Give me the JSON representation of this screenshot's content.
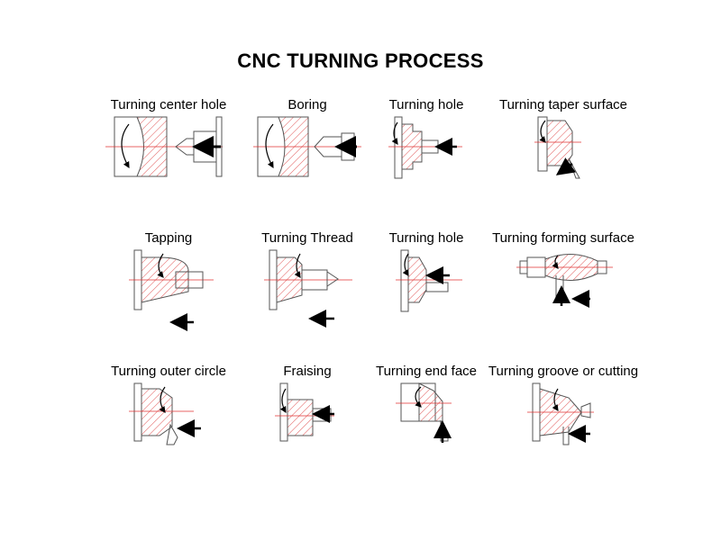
{
  "title": "CNC TURNING PROCESS",
  "colors": {
    "line": "#555555",
    "hatch": "#e05050",
    "axis": "#e03030",
    "arrow": "#000000"
  },
  "processes": [
    {
      "label": "Turning center hole",
      "icon": "center-hole-diagram"
    },
    {
      "label": "Boring",
      "icon": "boring-diagram"
    },
    {
      "label": "Turning hole",
      "icon": "turning-hole-diagram"
    },
    {
      "label": "Turning taper surface",
      "icon": "taper-surface-diagram"
    },
    {
      "label": "Tapping",
      "icon": "tapping-diagram"
    },
    {
      "label": "Turning Thread",
      "icon": "thread-diagram"
    },
    {
      "label": "Turning hole",
      "icon": "turning-hole-diagram"
    },
    {
      "label": "Turning forming surface",
      "icon": "forming-surface-diagram"
    },
    {
      "label": "Turning outer circle",
      "icon": "outer-circle-diagram"
    },
    {
      "label": "Fraising",
      "icon": "fraising-diagram"
    },
    {
      "label": "Turning end face",
      "icon": "end-face-diagram"
    },
    {
      "label": "Turning groove or cutting",
      "icon": "groove-cutting-diagram"
    }
  ]
}
